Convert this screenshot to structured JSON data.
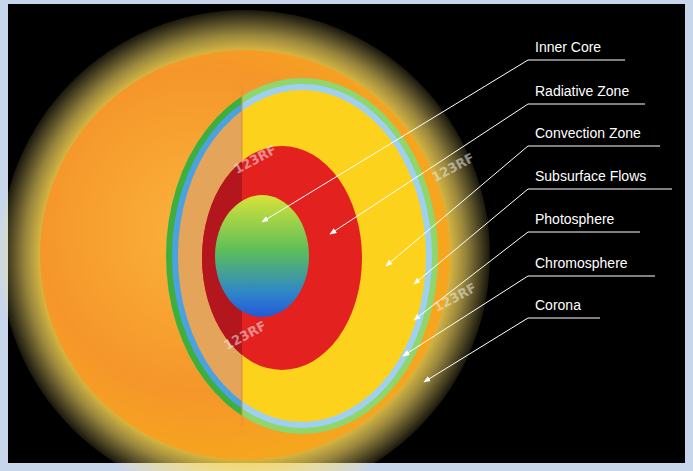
{
  "diagram": {
    "labels": [
      "Inner Core",
      "Radiative Zone",
      "Convection Zone",
      "Subsurface Flows",
      "Photosphere",
      "Chromosphere",
      "Corona",
      "123RF",
      "123RF",
      "123RF",
      "123RF"
    ]
  }
}
